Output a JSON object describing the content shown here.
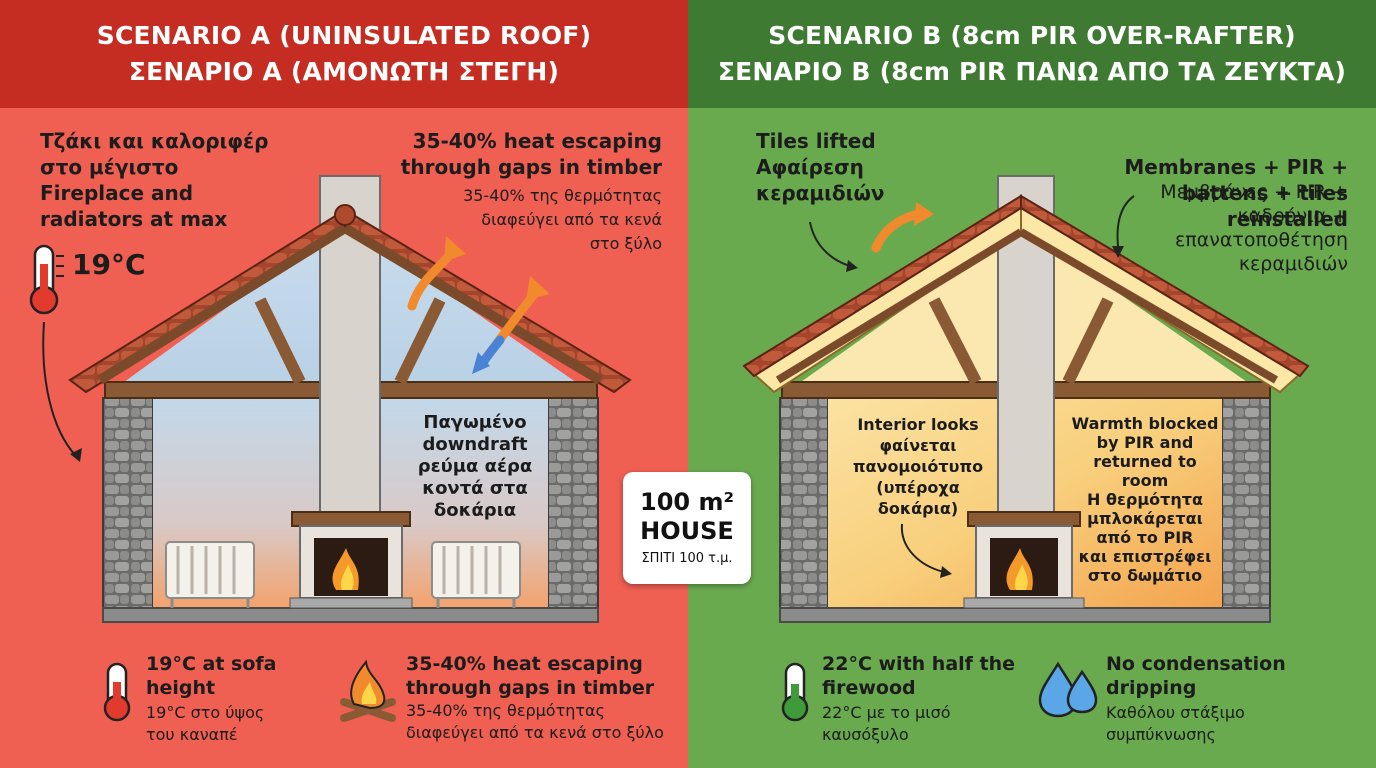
{
  "badge": {
    "line1": "100 m²",
    "line2": "HOUSE",
    "line3": "ΣΠΙΤΙ 100 τ.μ."
  },
  "scenario_a": {
    "title_en": "SCENARIO A (UNINSULATED ROOF)",
    "title_gr": "ΣΕΝΑΡΙΟ Α (ΑΜΟΝΩΤΗ ΣΤΕΓΗ)",
    "heating_gr": [
      "Τζάκι και καλοριφέρ",
      "στο μέγιστο"
    ],
    "heating_en": [
      "Fireplace and",
      "radiators at max"
    ],
    "temperature": "19°C",
    "escape_en": [
      "35-40% heat escaping",
      "through gaps in timber"
    ],
    "escape_gr": [
      "35-40% της θερμότητας",
      "διαφεύγει από τα κενά",
      "στο ξύλο"
    ],
    "downdraft_gr": [
      "Παγωμένο",
      "downdraft",
      "ρεύμα αέρα",
      "κοντά στα",
      "δοκάρια"
    ],
    "footer_temp_en": [
      "19°C at sofa",
      "height"
    ],
    "footer_temp_gr": [
      "19°C στο ύψος",
      "του καναπέ"
    ],
    "footer_heat_en": [
      "35-40% heat escaping",
      "through gaps in timber"
    ],
    "footer_heat_gr": [
      "35-40% της θερμότητας",
      "διαφεύγει από τα κενά στο ξύλο"
    ]
  },
  "scenario_b": {
    "title_en": "SCENARIO B (8cm PIR OVER-RAFTER)",
    "title_gr": "ΣΕΝΑΡΙΟ Β (8cm PIR ΠΑΝΩ ΑΠΟ ΤΑ ΖΕΥΚΤΑ)",
    "tiles_lifted": [
      "Tiles lifted",
      "Αφαίρεση",
      "κεραμιδιών"
    ],
    "membranes_en": [
      "Membranes + PIR +",
      "battens + tiles reinstalled"
    ],
    "membranes_gr": [
      "Μεμβράνες + PIR +",
      "καδρόνια +",
      "επανατοποθέτηση",
      "κεραμιδιών"
    ],
    "interior": [
      "Interior looks",
      "φαίνεται",
      "πανομοιότυπο",
      "(υπέροχα",
      "δοκάρια)"
    ],
    "warmth_en": [
      "Warmth blocked",
      "by PIR and",
      "returned to",
      "room"
    ],
    "warmth_gr": [
      "Η θερμότητα",
      "μπλοκάρεται",
      "από το PIR",
      "και επιστρέφει",
      "στο δωμάτιο"
    ],
    "footer_temp_en": [
      "22°C with half the",
      "firewood"
    ],
    "footer_temp_gr": [
      "22°C με το μισό",
      "καυσόξυλο"
    ],
    "footer_cond_en": [
      "No condensation",
      "dripping"
    ],
    "footer_cond_gr": [
      "Καθόλου στάξιμο",
      "συμπύκνωσης"
    ]
  },
  "colors": {
    "red_header": "#c62d22",
    "red_panel": "#ef5f52",
    "green_header": "#3f7a32",
    "green_panel": "#6aaa4f",
    "pir_insulation": "#fbe7a6",
    "arrow_orange": "#f08a2c",
    "arrow_blue": "#4a82d6"
  },
  "icons": [
    "thermometer-icon",
    "fire-icon",
    "water-drops-icon",
    "arrow-icon",
    "radiator-icon",
    "fireplace-icon"
  ]
}
